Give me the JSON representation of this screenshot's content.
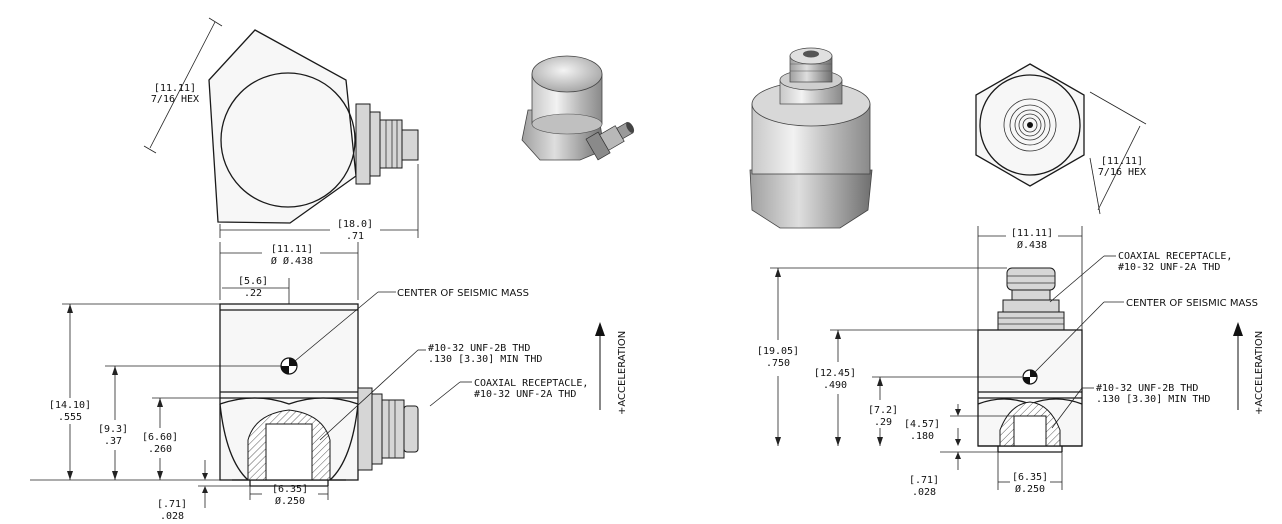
{
  "left_drawing": {
    "hex_dim": "[11.11]",
    "hex_label": "7/16 HEX",
    "length_dim_mm": "[18.0]",
    "length_dim_in": ".71",
    "dia_dim_mm": "[11.11]",
    "dia_dim_in": "Ø Ø.438",
    "offset_dim_mm": "[5.6]",
    "offset_dim_in": ".22",
    "height_dim_mm": "[14.10]",
    "height_dim_in": ".555",
    "mass_height_mm": "[9.3]",
    "mass_height_in": ".37",
    "coax_height_mm": "[6.60]",
    "coax_height_in": ".260",
    "base_dim_mm": "[.71]",
    "base_dim_in": ".028",
    "stud_dim_mm": "[6.35]",
    "stud_dim_in": "Ø.250",
    "center_label": "CENTER OF SEISMIC MASS",
    "thread_label_1": "#10-32 UNF-2B THD",
    "thread_label_2": ".130 [3.30] MIN THD",
    "coax_label_1": "COAXIAL RECEPTACLE,",
    "coax_label_2": "#10-32 UNF-2A THD",
    "accel_label": "+ACCELERATION"
  },
  "right_drawing": {
    "hex_dim": "[11.11]",
    "hex_label": "7/16 HEX",
    "dia_dim_mm": "[11.11]",
    "dia_dim_in": "Ø.438",
    "height_dim_mm": "[19.05]",
    "height_dim_in": ".750",
    "body_height_mm": "[12.45]",
    "body_height_in": ".490",
    "mass_height_mm": "[7.2]",
    "mass_height_in": ".29",
    "thread_depth_mm": "[4.57]",
    "thread_depth_in": ".180",
    "base_dim_mm": "[.71]",
    "base_dim_in": ".028",
    "stud_dim_mm": "[6.35]",
    "stud_dim_in": "Ø.250",
    "coax_label_1": "COAXIAL RECEPTACLE,",
    "coax_label_2": "#10-32 UNF-2A THD",
    "center_label": "CENTER OF SEISMIC MASS",
    "thread_label_1": "#10-32 UNF-2B THD",
    "thread_label_2": ".130 [3.30] MIN THD",
    "accel_label": "+ACCELERATION"
  }
}
